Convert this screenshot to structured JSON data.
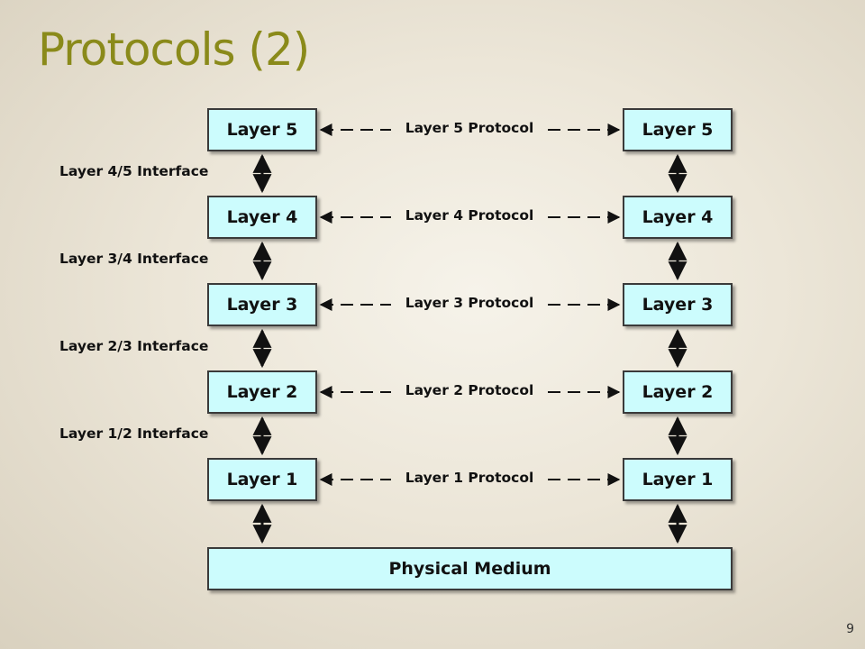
{
  "slide": {
    "title": "Protocols (2)",
    "page_number": "9"
  },
  "layers": [
    {
      "left_label": "Layer 5",
      "right_label": "Layer 5",
      "protocol": "Layer 5 Protocol"
    },
    {
      "left_label": "Layer 4",
      "right_label": "Layer 4",
      "protocol": "Layer 4 Protocol"
    },
    {
      "left_label": "Layer 3",
      "right_label": "Layer 3",
      "protocol": "Layer 3 Protocol"
    },
    {
      "left_label": "Layer 2",
      "right_label": "Layer 2",
      "protocol": "Layer 2 Protocol"
    },
    {
      "left_label": "Layer 1",
      "right_label": "Layer 1",
      "protocol": "Layer 1 Protocol"
    }
  ],
  "interfaces": [
    "Layer 4/5 Interface",
    "Layer 3/4 Interface",
    "Layer 2/3 Interface",
    "Layer 1/2 Interface"
  ],
  "physical_medium": "Physical Medium",
  "colors": {
    "box_fill": "#ccfcfd",
    "title": "#8a8a1a"
  }
}
